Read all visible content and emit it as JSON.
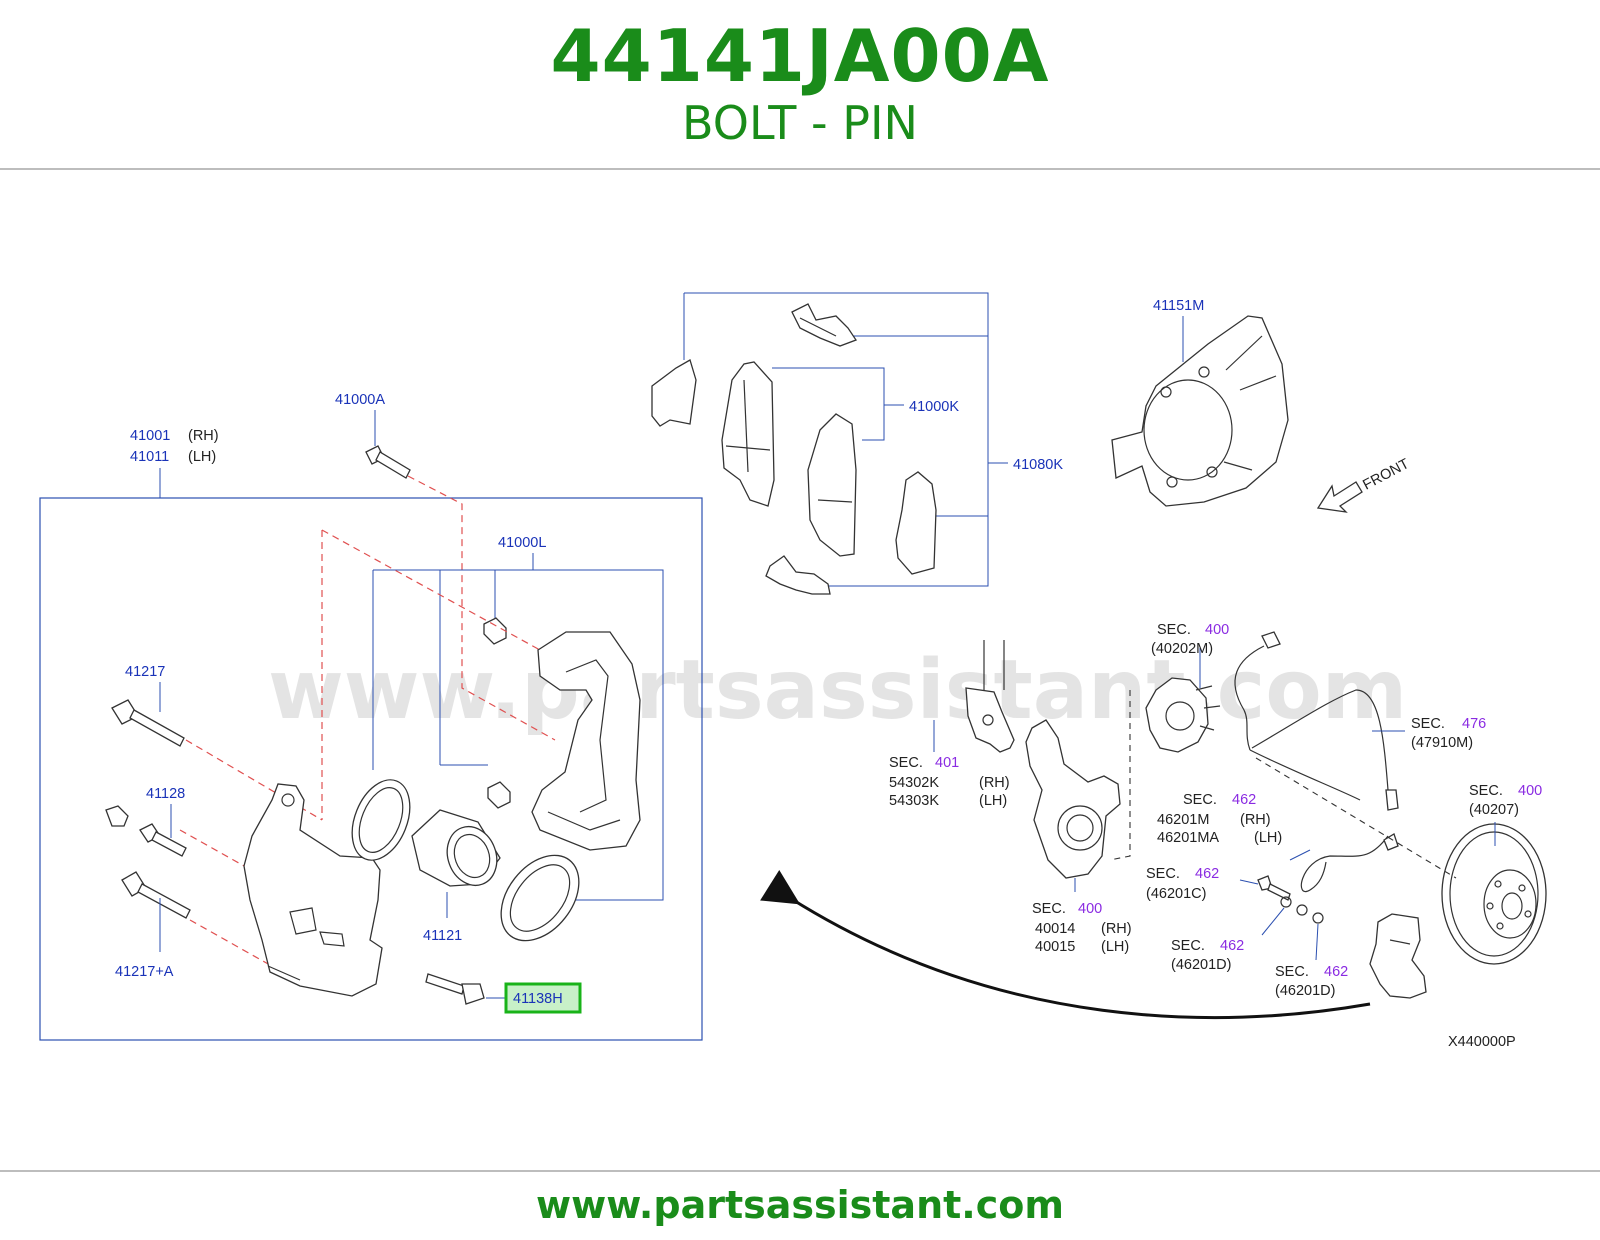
{
  "header": {
    "part_number": "44141JA00A",
    "description": "BOLT - PIN"
  },
  "footer": {
    "url": "www.partsassistant.com"
  },
  "watermark": "www.partsassistant.com",
  "diagram_code": "X440000P",
  "front_label": "FRONT",
  "highlight_color": "#19b319",
  "labels": {
    "c41001": "41001",
    "rh1": "(RH)",
    "c41011": "41011",
    "lh1": "(LH)",
    "c41000A": "41000A",
    "c41000L": "41000L",
    "c41000K": "41000K",
    "c41080K": "41080K",
    "c41151M": "41151M",
    "c41217": "41217",
    "c41128": "41128",
    "c41217A": "41217+A",
    "c41121": "41121",
    "c41138H": "41138H"
  },
  "sections": {
    "s400a": {
      "sec": "SEC.",
      "num": "400",
      "code": "(40202M)"
    },
    "s476": {
      "sec": "SEC.",
      "num": "476",
      "code": "(47910M)"
    },
    "s401": {
      "sec": "SEC.",
      "num": "401",
      "c1": "54302K",
      "r1": "(RH)",
      "c2": "54303K",
      "r2": "(LH)"
    },
    "s462a": {
      "sec": "SEC.",
      "num": "462",
      "c1": "46201M",
      "r1": "(RH)",
      "c2": "46201MA",
      "r2": "(LH)"
    },
    "s400b": {
      "sec": "SEC.",
      "num": "400",
      "code": "(40207)"
    },
    "s462b": {
      "sec": "SEC.",
      "num": "462",
      "code": "(46201C)"
    },
    "s400c": {
      "sec": "SEC.",
      "num": "400",
      "c1": "40014",
      "r1": "(RH)",
      "c2": "40015",
      "r2": "(LH)"
    },
    "s462c": {
      "sec": "SEC.",
      "num": "462",
      "code": "(46201D)"
    },
    "s462d": {
      "sec": "SEC.",
      "num": "462",
      "code": "(46201D)"
    }
  }
}
